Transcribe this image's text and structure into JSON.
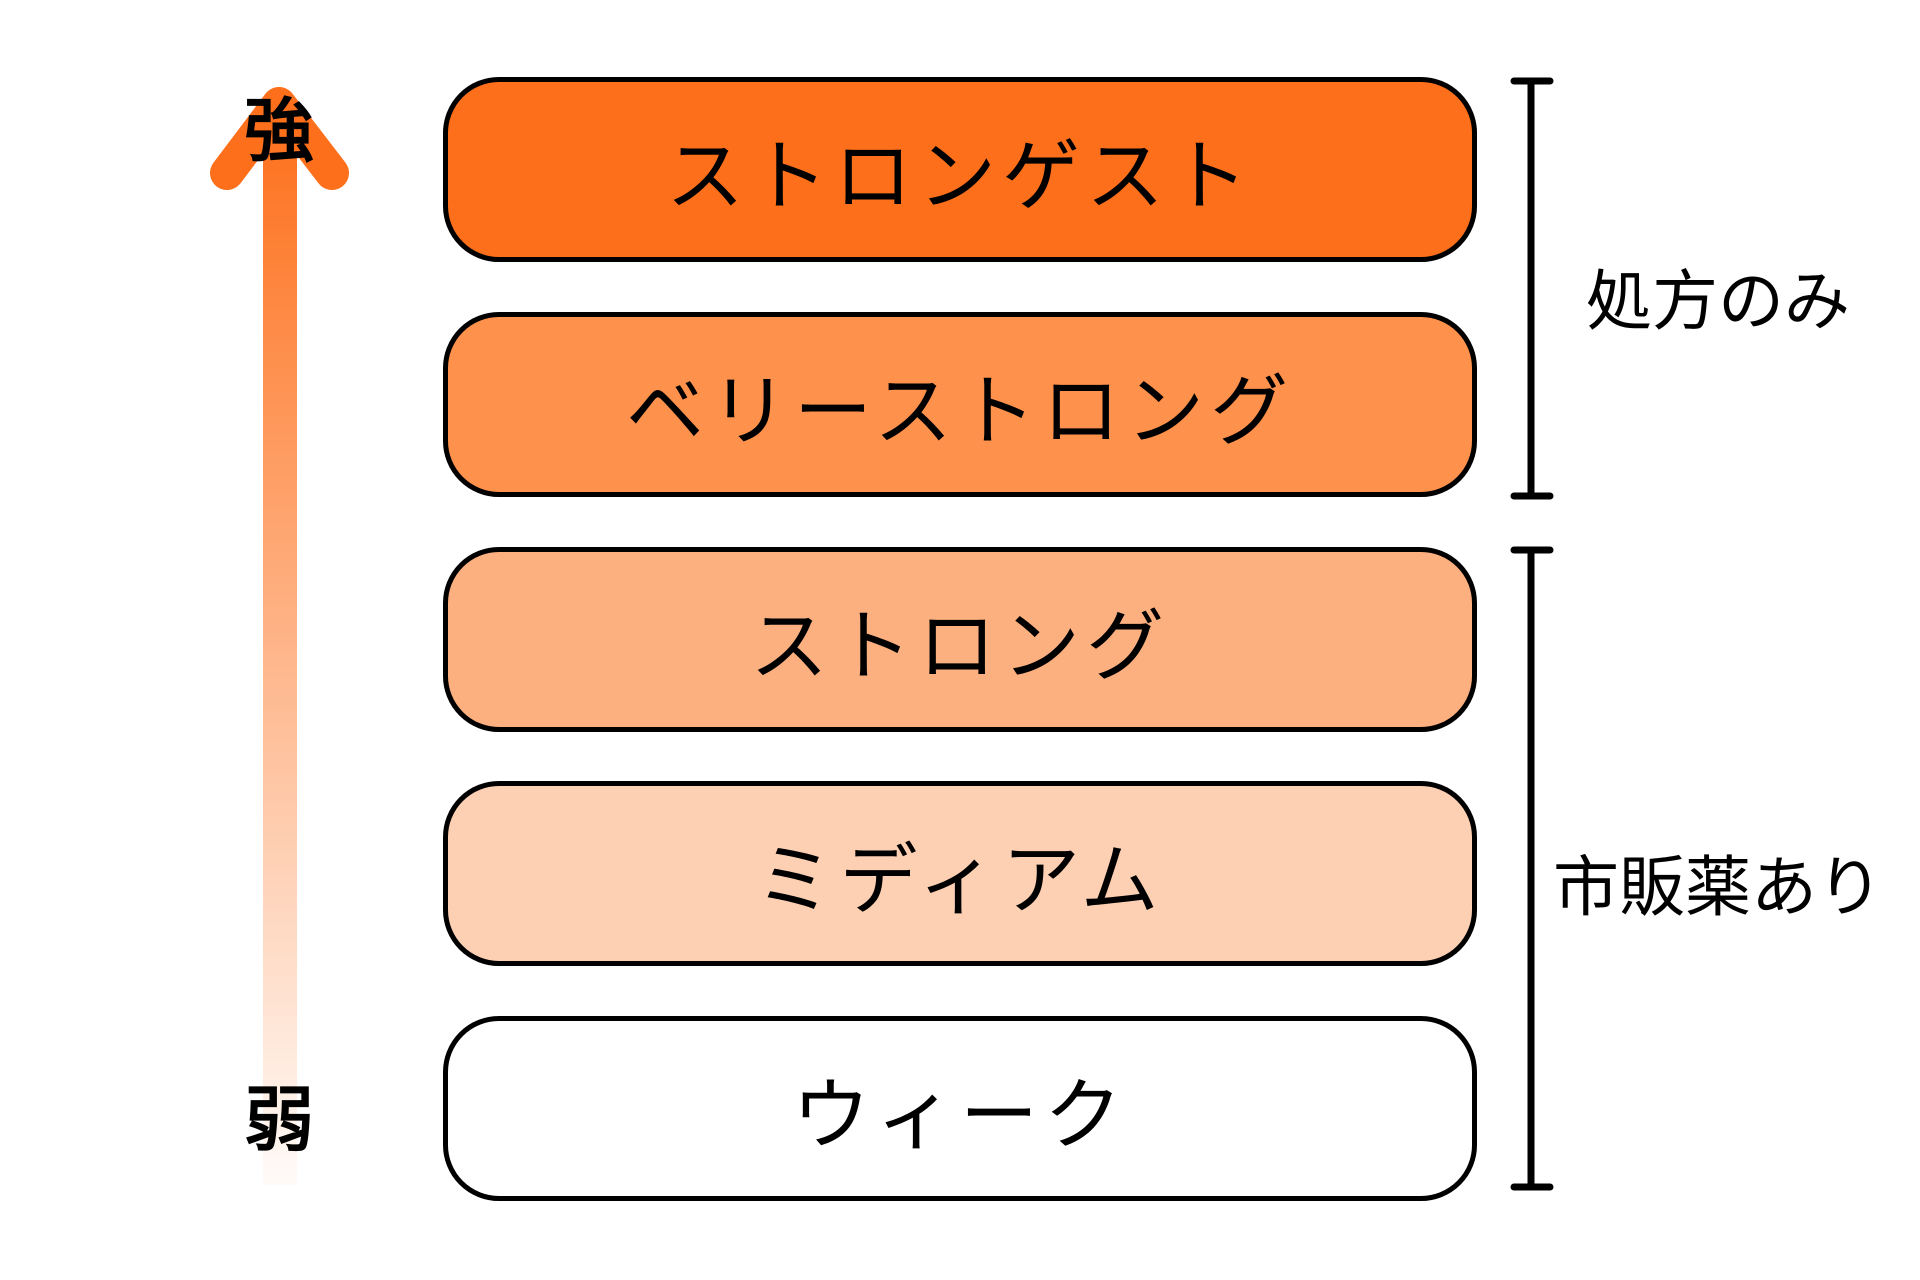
{
  "axis": {
    "strong_label": "強",
    "weak_label": "弱",
    "arrow_color": "#FD6F1A"
  },
  "levels": [
    {
      "label": "ストロンゲスト",
      "color": "#FD6F1A"
    },
    {
      "label": "ベリーストロング",
      "color": "#FE914B"
    },
    {
      "label": "ストロング",
      "color": "#FDB07F"
    },
    {
      "label": "ミディアム",
      "color": "#FDD0B3"
    },
    {
      "label": "ウィーク",
      "color": "#FFFFFF"
    }
  ],
  "groups": [
    {
      "label": "処方のみ"
    },
    {
      "label": "市販薬あり"
    }
  ]
}
